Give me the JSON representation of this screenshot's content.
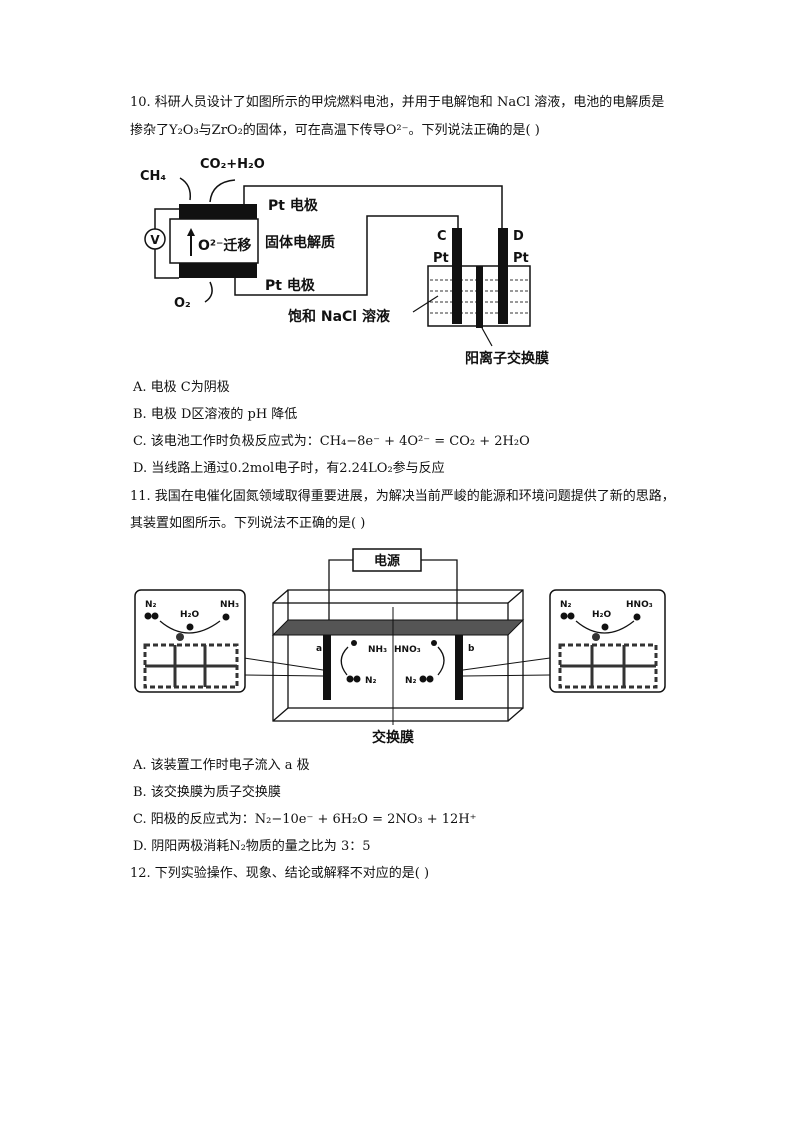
{
  "q10": {
    "stem_line1": "10. 科研人员设计了如图所示的甲烷燃料电池，并用于电解饱和 NaCl 溶液，电池的电解质是",
    "stem_line2": "掺杂了Y₂O₃与ZrO₂的固体，可在高温下传导O²⁻。下列说法正确的是(   )",
    "figure": {
      "ch4": "CH₄",
      "products": "CO₂+H₂O",
      "pt_top": "Pt 电极",
      "electrolyte": "固体电解质",
      "migration": "O²⁻迁移",
      "pt_bottom": "Pt 电极",
      "o2": "O₂",
      "voltmeter": "V",
      "c": "C",
      "d": "D",
      "pt_c": "Pt",
      "pt_d": "Pt",
      "solution": "饱和 NaCl 溶液",
      "membrane": "阳离子交换膜"
    },
    "options": [
      "A. 电极 C为阴极",
      "B. 电极 D区溶液的 pH 降低",
      "C. 该电池工作时负极反应式为：CH₄−8e⁻ + 4O²⁻ = CO₂ + 2H₂O",
      "D. 当线路上通过0.2mol电子时，有2.24LO₂参与反应"
    ]
  },
  "q11": {
    "stem_line1": "11. 我国在电催化固氮领域取得重要进展，为解决当前严峻的能源和环境问题提供了新的思路，",
    "stem_line2": "其装置如图所示。下列说法不正确的是(   )",
    "figure": {
      "power": "电源",
      "a": "a",
      "b": "b",
      "nh3": "NH₃",
      "hno3": "HNO₃",
      "n2_left": "N₂",
      "n2_right": "N₂",
      "inset_left_n2": "N₂",
      "inset_left_h2o": "H₂O",
      "inset_left_nh3": "NH₃",
      "inset_right_n2": "N₂",
      "inset_right_h2o": "H₂O",
      "inset_right_hno3": "HNO₃",
      "membrane": "交换膜"
    },
    "options": [
      "A. 该装置工作时电子流入 a 极",
      "B. 该交换膜为质子交换膜",
      "C. 阳极的反应式为：N₂−10e⁻ + 6H₂O = 2NO₃ + 12H⁺",
      "D. 阴阳两极消耗N₂物质的量之比为 3：5"
    ]
  },
  "q12": {
    "stem": "12. 下列实验操作、现象、结论或解释不对应的是(   )"
  }
}
